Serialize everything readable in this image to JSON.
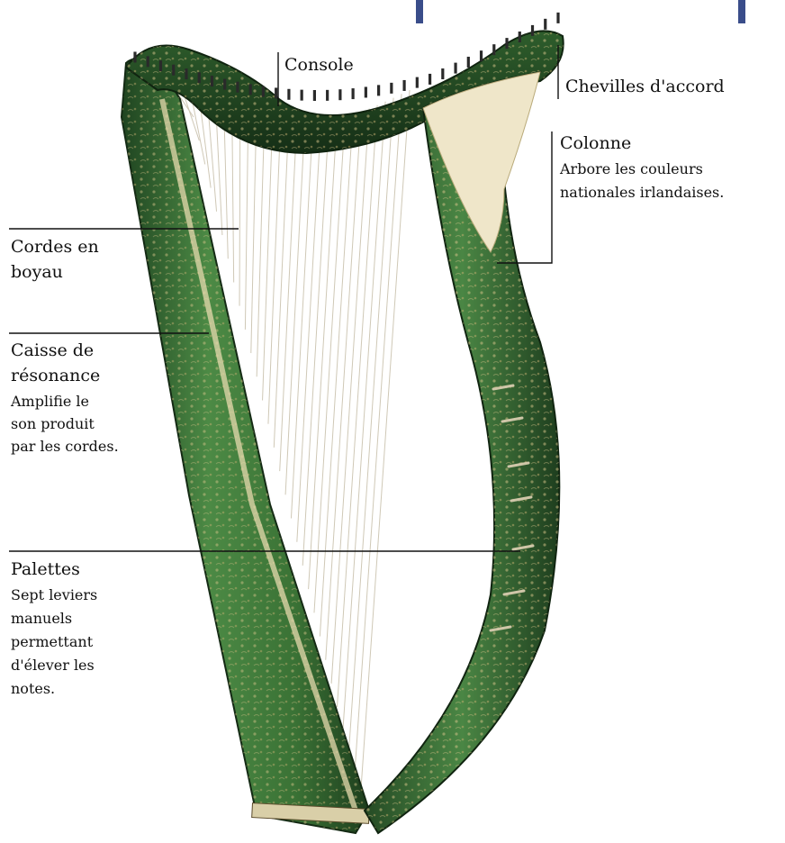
{
  "colors": {
    "body_green": "#3f7a3a",
    "body_dark": "#1f4420",
    "gilt": "#d8c48a",
    "neck_cream": "#efe6c9",
    "string": "#cfc8b6",
    "pin": "#2a2a2a"
  },
  "labels": {
    "console": {
      "title": "Console"
    },
    "pins": {
      "title": "Chevilles d'accord"
    },
    "column": {
      "title": "Colonne",
      "desc": [
        "Arbore les couleurs",
        "nationales irlandaises."
      ]
    },
    "strings": {
      "title": [
        "Cordes en",
        "boyau"
      ]
    },
    "soundbox": {
      "title": [
        "Caisse de",
        "résonance"
      ],
      "desc": [
        "Amplifie le",
        "son produit",
        "par les cordes."
      ]
    },
    "levers": {
      "title": "Palettes",
      "desc": [
        "Sept leviers",
        "manuels",
        "permettant",
        "d'élever les",
        "notes."
      ]
    }
  }
}
